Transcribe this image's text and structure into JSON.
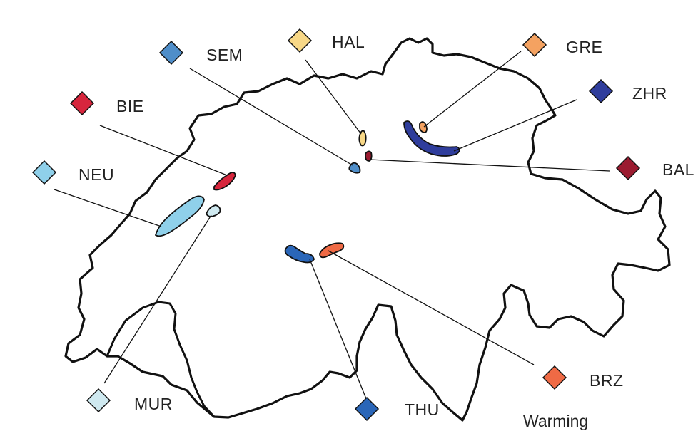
{
  "map": {
    "region": "Switzerland",
    "footer_text": "Warming"
  },
  "legend_items": [
    {
      "code": "HAL",
      "color": "#f8d887",
      "lake_shape": "small-vertical-oval",
      "interactable": true
    },
    {
      "code": "SEM",
      "color": "#4f8ec9",
      "lake_shape": "small-blob",
      "interactable": true
    },
    {
      "code": "GRE",
      "color": "#f4a261",
      "lake_shape": "tiny-oval",
      "interactable": true
    },
    {
      "code": "ZHR",
      "color": "#2f3d9c",
      "lake_shape": "long-crescent",
      "interactable": true
    },
    {
      "code": "BIE",
      "color": "#d7263d",
      "lake_shape": "narrow-diagonal",
      "interactable": true
    },
    {
      "code": "BAL",
      "color": "#9b1b30",
      "lake_shape": "tiny-blob",
      "interactable": true
    },
    {
      "code": "NEU",
      "color": "#8fd0ea",
      "lake_shape": "long-diagonal",
      "interactable": true
    },
    {
      "code": "MUR",
      "color": "#cfe9f0",
      "lake_shape": "small-oval",
      "interactable": true
    },
    {
      "code": "THU",
      "color": "#2a66b8",
      "lake_shape": "elongated-blob",
      "interactable": true
    },
    {
      "code": "BRZ",
      "color": "#ef6a45",
      "lake_shape": "elongated-blob",
      "interactable": true
    }
  ],
  "styles": {
    "outline_color": "#111111",
    "leader_line_color": "#111111",
    "label_color": "#222222"
  }
}
